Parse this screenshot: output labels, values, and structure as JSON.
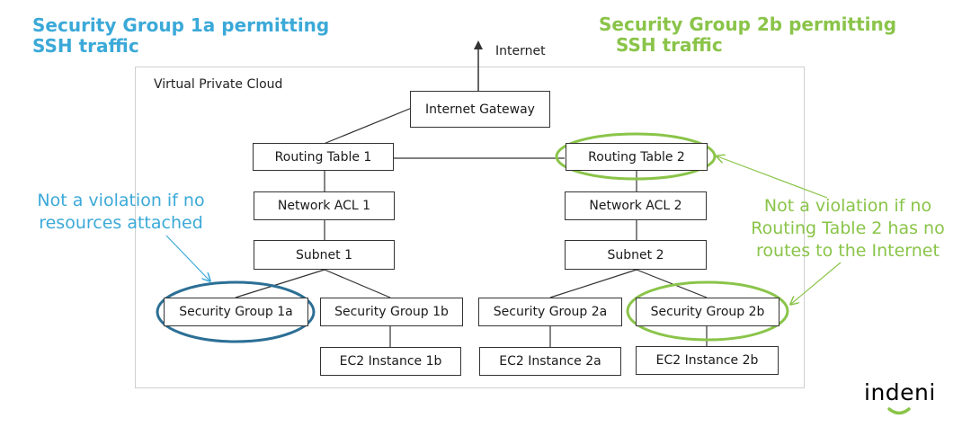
{
  "headings": {
    "left": {
      "line1": "Security Group 1a permitting",
      "line2": "SSH traffic"
    },
    "right": {
      "line1": "Security Group 2b permitting",
      "line2": "SSH traffic"
    }
  },
  "diagram": {
    "internet_label": "Internet",
    "vpc_label": "Virtual Private Cloud",
    "nodes": {
      "internet_gateway": "Internet Gateway",
      "routing_table_1": "Routing Table 1",
      "routing_table_2": "Routing Table 2",
      "network_acl_1": "Network ACL 1",
      "network_acl_2": "Network ACL 2",
      "subnet_1": "Subnet 1",
      "subnet_2": "Subnet 2",
      "security_group_1a": "Security Group 1a",
      "security_group_1b": "Security Group 1b",
      "security_group_2a": "Security Group 2a",
      "security_group_2b": "Security Group 2b",
      "ec2_instance_1b": "EC2 Instance 1b",
      "ec2_instance_2a": "EC2 Instance 2a",
      "ec2_instance_2b": "EC2 Instance 2b"
    }
  },
  "callouts": {
    "left": {
      "line1": "Not a violation if no",
      "line2": "resources attached"
    },
    "right": {
      "line1": "Not a violation if no",
      "line2": "Routing Table 2 has no",
      "line3": "routes to the Internet"
    }
  },
  "logo": {
    "text": "indeni"
  },
  "colors": {
    "blue_accent": "#3ba9d8",
    "green_accent": "#8ac449",
    "ellipse_blue": "#2c6f95",
    "ellipse_green": "#8ac449",
    "logo_blue": "#2e9ad4",
    "wire": "#333333",
    "vpc_border": "#cfcfcf"
  }
}
